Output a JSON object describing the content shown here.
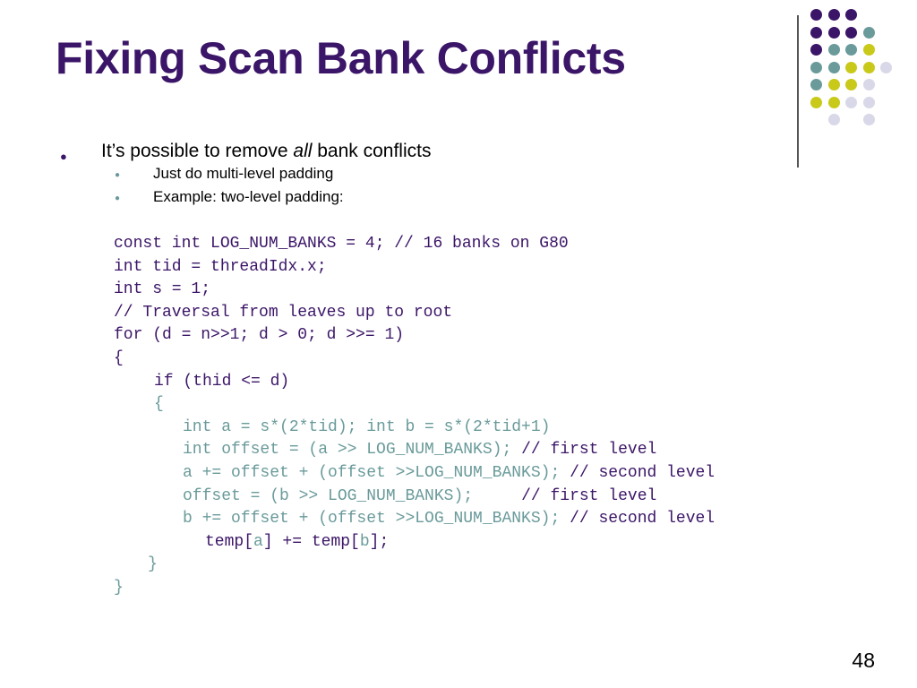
{
  "slide": {
    "title": "Fixing Scan Bank Conflicts",
    "page_number": "48",
    "bullet": {
      "text_before": "It’s possible to remove ",
      "text_italic": "all",
      "text_after": " bank conflicts"
    },
    "sub_bullets": [
      "Just do multi-level padding",
      "Example: two-level padding:"
    ],
    "code": {
      "line1": "const int LOG_NUM_BANKS = 4; // 16 banks on G80",
      "line2": "int tid = threadIdx.x;",
      "line3": "int s = 1;",
      "line4": "// Traversal from leaves up to root",
      "line5": "for (d = n>>1; d > 0; d >>= 1)",
      "line6": "{",
      "line7": "if (thid <= d)",
      "line8": "{",
      "line9": "int a = s*(2*tid); int b = s*(2*tid+1)",
      "line10_a": "int offset = (a >> LOG_NUM_BANKS);",
      "line10_b": " // first level",
      "line11_a": "a += offset + (offset >>LOG_NUM_BANKS);",
      "line11_b": " // second level",
      "line12_a": "offset = (b >> LOG_NUM_BANKS);",
      "line12_b": "     // first level",
      "line13_a": "b += offset + (offset >>LOG_NUM_BANKS);",
      "line13_b": " // second level",
      "line14_p1": "temp[",
      "line14_p2": "a",
      "line14_p3": "] += temp[",
      "line14_p4": "b",
      "line14_p5": "];",
      "line15": "}",
      "line16": "}"
    }
  },
  "colors": {
    "purple": "#3b1567",
    "teal": "#6a9a9a",
    "olive": "#c9c91a",
    "lavender": "#d8d8e8"
  },
  "dot_grid": [
    [
      "purple",
      "purple",
      "purple",
      "",
      ""
    ],
    [
      "purple",
      "purple",
      "purple",
      "teal",
      ""
    ],
    [
      "purple",
      "teal",
      "teal",
      "olive",
      ""
    ],
    [
      "teal",
      "teal",
      "olive",
      "olive",
      "lavender"
    ],
    [
      "teal",
      "olive",
      "olive",
      "lavender",
      ""
    ],
    [
      "olive",
      "olive",
      "lavender",
      "lavender",
      ""
    ],
    [
      "",
      "lavender",
      "",
      "lavender",
      ""
    ]
  ]
}
